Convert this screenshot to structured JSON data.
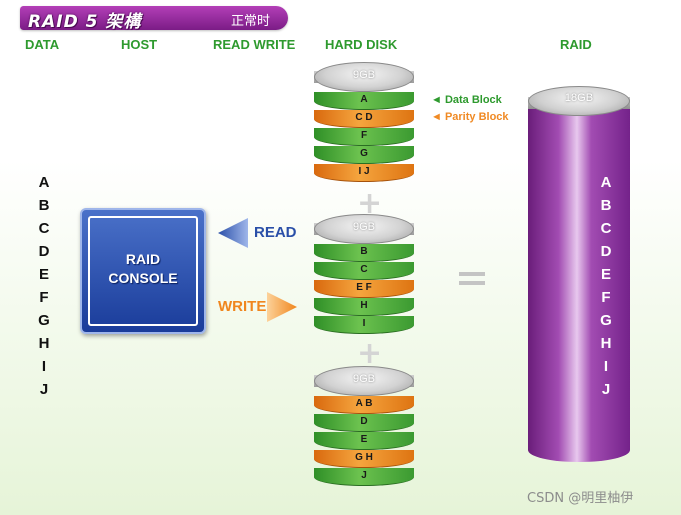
{
  "banner": {
    "title": "RAID 5 架構",
    "status": "正常时"
  },
  "headers": {
    "data": "DATA",
    "host": "HOST",
    "read_write": "READ WRITE",
    "hard_disk": "HARD DISK",
    "raid": "RAID"
  },
  "data_letters": [
    "A",
    "B",
    "C",
    "D",
    "E",
    "F",
    "G",
    "H",
    "I",
    "J"
  ],
  "console": {
    "line1": "RAID",
    "line2": "CONSOLE"
  },
  "arrows": {
    "read": "READ",
    "write": "WRITE"
  },
  "legend": {
    "data_block": "◄ Data Block",
    "parity_block": "◄ Parity Block"
  },
  "disks": [
    {
      "capacity": "9GB",
      "blocks": [
        {
          "label": "A",
          "kind": "data"
        },
        {
          "label": "C D",
          "kind": "parity"
        },
        {
          "label": "F",
          "kind": "data"
        },
        {
          "label": "G",
          "kind": "data"
        },
        {
          "label": "I J",
          "kind": "parity"
        }
      ]
    },
    {
      "capacity": "9GB",
      "blocks": [
        {
          "label": "B",
          "kind": "data"
        },
        {
          "label": "C",
          "kind": "data"
        },
        {
          "label": "E F",
          "kind": "parity"
        },
        {
          "label": "H",
          "kind": "data"
        },
        {
          "label": "I",
          "kind": "data"
        }
      ]
    },
    {
      "capacity": "9GB",
      "blocks": [
        {
          "label": "A B",
          "kind": "parity"
        },
        {
          "label": "D",
          "kind": "data"
        },
        {
          "label": "E",
          "kind": "data"
        },
        {
          "label": "G H",
          "kind": "parity"
        },
        {
          "label": "J",
          "kind": "data"
        }
      ]
    }
  ],
  "raid": {
    "capacity": "18GB",
    "letters": [
      "A",
      "B",
      "C",
      "D",
      "E",
      "F",
      "G",
      "H",
      "I",
      "J"
    ]
  },
  "colors": {
    "header_green": "#2e9a2e",
    "data_green": "#4aa83a",
    "parity_orange": "#f08a24",
    "read_blue": "#2a4fa8",
    "write_orange": "#f0861e",
    "raid_purple": "#8a2f9c"
  },
  "watermark": "CSDN @明里柚伊"
}
